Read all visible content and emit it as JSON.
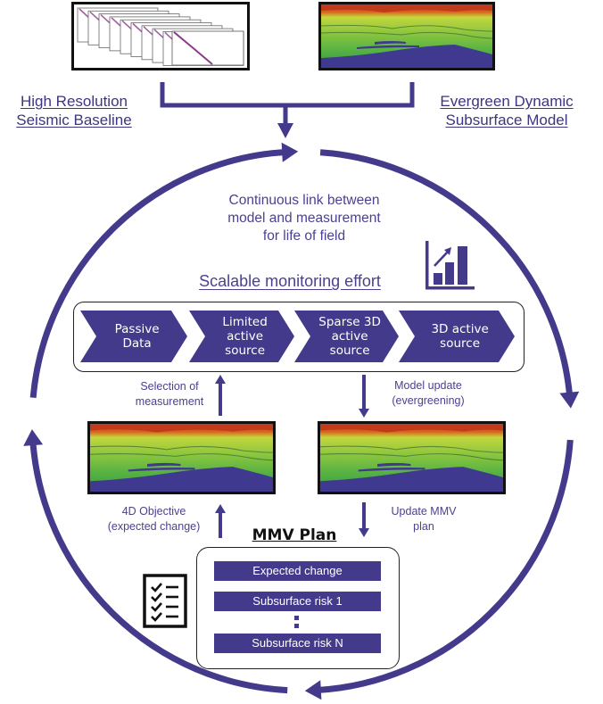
{
  "colors": {
    "primary": "#433a8c",
    "text": "#4a4290",
    "frame": "#111111"
  },
  "top": {
    "left_title": [
      "High Resolution",
      "Seismic Baseline"
    ],
    "right_title": [
      "Evergreen Dynamic",
      "Subsurface Model"
    ],
    "left_image_icon": "seismic-gather-stack",
    "right_image_icon": "subsurface-velocity-model"
  },
  "cycle": {
    "center_text": [
      "Continuous link between",
      "model and measurement",
      "for life of field"
    ],
    "chart_icon": "bar-chart-growth-icon"
  },
  "monitoring": {
    "title": "Scalable monitoring effort",
    "steps": [
      {
        "label": [
          "Passive",
          "Data"
        ]
      },
      {
        "label": [
          "Limited",
          "active",
          "source"
        ]
      },
      {
        "label": [
          "Sparse 3D",
          "active",
          "source"
        ]
      },
      {
        "label": [
          "3D active",
          "source"
        ]
      }
    ]
  },
  "links": {
    "selection": [
      "Selection of",
      "measurement"
    ],
    "model_update": [
      "Model update",
      "(evergreening)"
    ],
    "objective": [
      "4D Objective",
      "(expected change)"
    ],
    "update_mmv": [
      "Update MMV",
      "plan"
    ]
  },
  "mmv": {
    "title": "MMV Plan",
    "items": [
      "Expected change",
      "Subsurface risk 1",
      "Subsurface risk N"
    ],
    "checklist_icon": "checklist-icon"
  }
}
